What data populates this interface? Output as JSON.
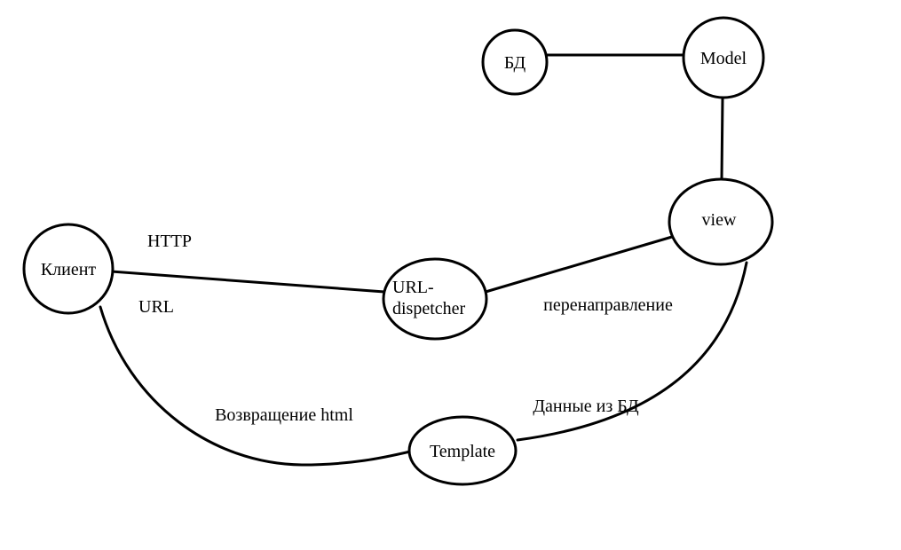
{
  "diagram": {
    "title": "Django request flow diagram",
    "colors": {
      "stroke": "#000000",
      "background": "#ffffff",
      "text": "#000000"
    },
    "nodes": {
      "db": {
        "label": "БД"
      },
      "model": {
        "label": "Model"
      },
      "view": {
        "label": "view"
      },
      "client": {
        "label": "Клиент"
      },
      "dispatcher": {
        "label_line1": "URL-",
        "label_line2": "dispetcher"
      },
      "template": {
        "label": "Template"
      }
    },
    "edges": {
      "http": {
        "label": "HTTP",
        "from": "Клиент",
        "to": "URL-dispetcher"
      },
      "url": {
        "label": "URL",
        "from": "Клиент",
        "to": "URL-dispetcher"
      },
      "redirect": {
        "label": "перенаправление",
        "from": "URL-dispetcher",
        "to": "view"
      },
      "db_model": {
        "label": "",
        "from": "БД",
        "to": "Model"
      },
      "model_view": {
        "label": "",
        "from": "Model",
        "to": "view"
      },
      "data_from_db": {
        "label": "Данные из БД",
        "from": "view",
        "to": "Template"
      },
      "return_html": {
        "label": "Возвращение html",
        "from": "Template",
        "to": "Клиент"
      }
    }
  }
}
